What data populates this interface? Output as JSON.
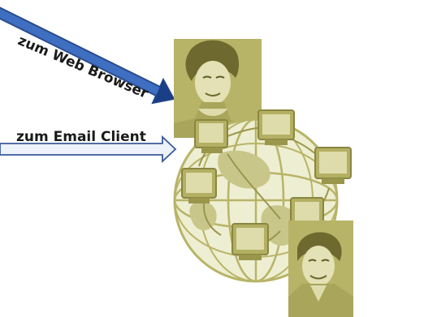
{
  "labels": {
    "web_browser": "zum Web Browser",
    "email_client": "zum Email Client"
  },
  "colors": {
    "arrow_web_fill": "#3f6fc1",
    "arrow_web_tip": "#1b3f86",
    "arrow_email_fill": "#eef2fb",
    "arrow_stroke": "#3a5a98",
    "illustration_olive": "#b8b467",
    "illustration_dark": "#8f8b45",
    "illustration_light": "#dedcab"
  },
  "icons": {
    "web_arrow": "arrow-right-icon",
    "email_arrow": "arrow-right-icon",
    "illustration": "network-people-illustration"
  }
}
